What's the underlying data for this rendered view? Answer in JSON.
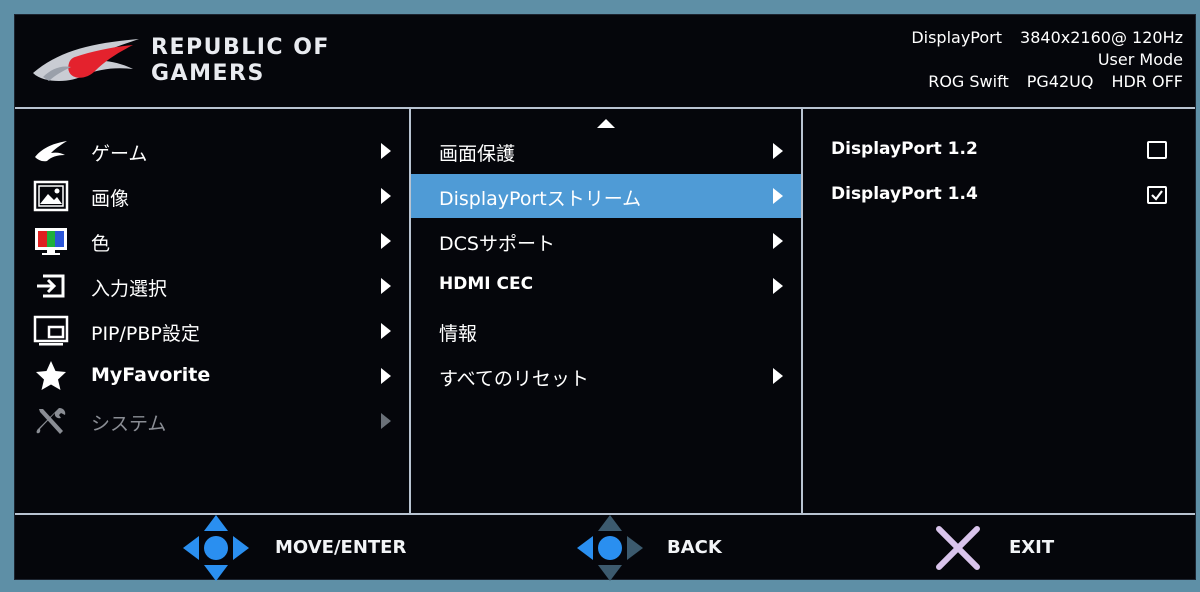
{
  "header": {
    "brand_line1": "REPUBLIC OF",
    "brand_line2": "GAMERS",
    "input_source": "DisplayPort",
    "resolution": "3840x2160@ 120Hz",
    "mode": "User Mode",
    "model_series": "ROG Swift",
    "model_number": "PG42UQ",
    "hdr_status": "HDR OFF"
  },
  "main_menu": {
    "items": [
      {
        "label": "ゲーム",
        "icon": "rog-eye-icon"
      },
      {
        "label": "画像",
        "icon": "image-icon"
      },
      {
        "label": "色",
        "icon": "color-monitor-icon"
      },
      {
        "label": "入力選択",
        "icon": "input-select-icon"
      },
      {
        "label": "PIP/PBP設定",
        "icon": "pip-icon"
      },
      {
        "label": "MyFavorite",
        "icon": "star-icon"
      },
      {
        "label": "システム",
        "icon": "wrench-screwdriver-icon",
        "state": "dimmed"
      }
    ]
  },
  "sub_menu": {
    "items": [
      {
        "label": "画面保護"
      },
      {
        "label": "DisplayPortストリーム",
        "selected": true
      },
      {
        "label": "DCSサポート"
      },
      {
        "label": "HDMI CEC"
      },
      {
        "label": "情報"
      },
      {
        "label": "すべてのリセット"
      }
    ]
  },
  "options": {
    "items": [
      {
        "label": "DisplayPort 1.2",
        "checked": false
      },
      {
        "label": "DisplayPort 1.4",
        "checked": true
      }
    ]
  },
  "footer": {
    "move_enter": "MOVE/ENTER",
    "back": "BACK",
    "exit": "EXIT"
  },
  "colors": {
    "accent": "#4f9bd6",
    "osd_background": "#05060b",
    "nav_blue": "#2a8ff0",
    "exit_lilac": "#d9c4ec"
  }
}
